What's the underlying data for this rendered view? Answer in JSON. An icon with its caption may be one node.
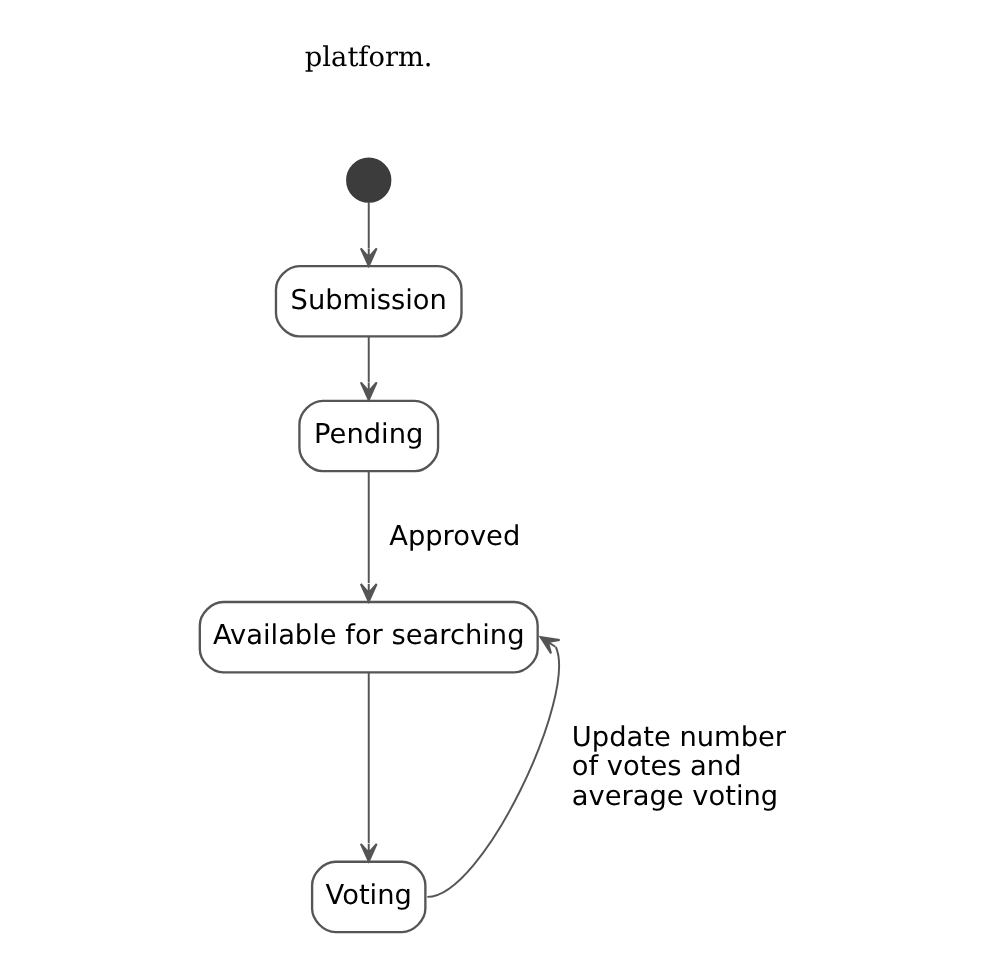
{
  "diagram": {
    "nodes": [
      {
        "text": [],
        "shape": "circle"
      },
      {
        "text": [
          "Submission"
        ]
      },
      {
        "text": [
          "Pending"
        ]
      },
      {
        "text": [
          "Available for searching"
        ]
      },
      {
        "text": [
          "Voting"
        ]
      }
    ],
    "edges": [
      {
        "from": 0,
        "to": 1,
        "arrow": "to"
      },
      {
        "from": 1,
        "to": 2,
        "arrow": "to"
      },
      {
        "from": 2,
        "to": 3,
        "arrow": "to",
        "label": "Approved"
      },
      {
        "from": 3,
        "to": 4,
        "arrow": "to"
      },
      {
        "from": 4,
        "to": 3,
        "arrow": "to",
        "label": "Update number of votes and average voting"
      }
    ],
    "labels": [
      "platform."
    ]
  }
}
